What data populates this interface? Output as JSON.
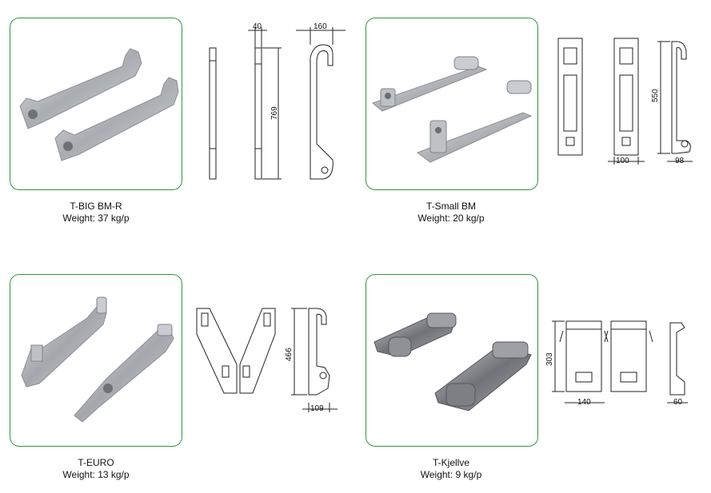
{
  "products": [
    {
      "name": "T-BIG BM-R",
      "weight": "Weight: 37 kg/p",
      "dimensions": [
        "40",
        "769",
        "160"
      ]
    },
    {
      "name": "T-Small BM",
      "weight": "Weight: 20 kg/p",
      "dimensions": [
        "550",
        "100",
        "98"
      ]
    },
    {
      "name": "T-EURO",
      "weight": "Weight: 13 kg/p",
      "dimensions": [
        "466",
        "109"
      ]
    },
    {
      "name": "T-Kjellve",
      "weight": "Weight: 9 kg/p",
      "dimensions": [
        "303",
        "140",
        "60"
      ]
    }
  ],
  "colors": {
    "frame": "#2f9a3a",
    "steel": "#b9bcc0",
    "dark_steel": "#6e6f70"
  }
}
